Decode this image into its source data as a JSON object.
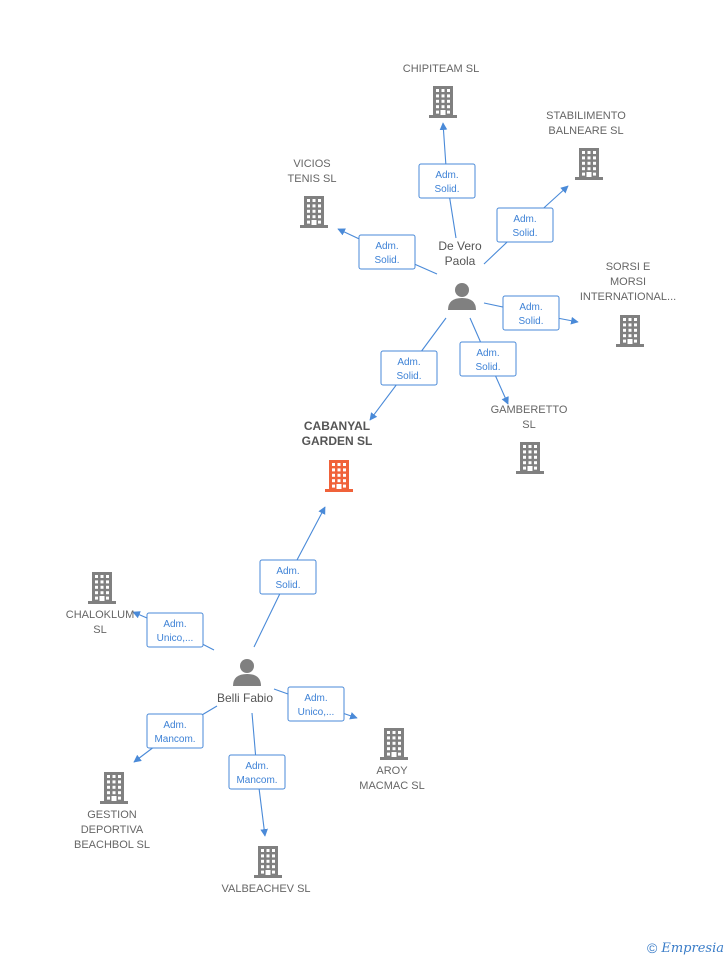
{
  "colors": {
    "edge": "#4a8ad8",
    "company": "#808080",
    "central_company": "#f0623a",
    "person": "#808080"
  },
  "persons": {
    "de_vero": {
      "name_lines": [
        "De Vero",
        "Paola"
      ]
    },
    "belli": {
      "name_lines": [
        "Belli Fabio"
      ]
    }
  },
  "companies": {
    "cabanyal": {
      "name_lines": [
        "CABANYAL",
        "GARDEN  SL"
      ],
      "central": true
    },
    "chipiteam": {
      "name_lines": [
        "CHIPITEAM  SL"
      ]
    },
    "stabilimento": {
      "name_lines": [
        "STABILIMENTO",
        "BALNEARE  SL"
      ]
    },
    "vicios": {
      "name_lines": [
        "VICIOS",
        "TENIS  SL"
      ]
    },
    "sorsi": {
      "name_lines": [
        "SORSI E",
        "MORSI",
        "INTERNATIONAL..."
      ]
    },
    "gamberetto": {
      "name_lines": [
        "GAMBERETTO",
        "SL"
      ]
    },
    "chaloklum": {
      "name_lines": [
        "CHALOKLUM",
        "SL"
      ]
    },
    "aroy": {
      "name_lines": [
        "AROY",
        "MACMAC  SL"
      ]
    },
    "gestion": {
      "name_lines": [
        "GESTION",
        "DEPORTIVA",
        "BEACHBOL  SL"
      ]
    },
    "valbeachev": {
      "name_lines": [
        "VALBEACHEV SL"
      ]
    }
  },
  "edges": [
    {
      "from": "de_vero",
      "to": "chipiteam",
      "label_lines": [
        "Adm.",
        "Solid."
      ]
    },
    {
      "from": "de_vero",
      "to": "stabilimento",
      "label_lines": [
        "Adm.",
        "Solid."
      ]
    },
    {
      "from": "de_vero",
      "to": "vicios",
      "label_lines": [
        "Adm.",
        "Solid."
      ]
    },
    {
      "from": "de_vero",
      "to": "sorsi",
      "label_lines": [
        "Adm.",
        "Solid."
      ]
    },
    {
      "from": "de_vero",
      "to": "gamberetto",
      "label_lines": [
        "Adm.",
        "Solid."
      ]
    },
    {
      "from": "de_vero",
      "to": "cabanyal",
      "label_lines": [
        "Adm.",
        "Solid."
      ]
    },
    {
      "from": "belli",
      "to": "cabanyal",
      "label_lines": [
        "Adm.",
        "Solid."
      ]
    },
    {
      "from": "belli",
      "to": "chaloklum",
      "label_lines": [
        "Adm.",
        "Unico,..."
      ]
    },
    {
      "from": "belli",
      "to": "aroy",
      "label_lines": [
        "Adm.",
        "Unico,..."
      ]
    },
    {
      "from": "belli",
      "to": "gestion",
      "label_lines": [
        "Adm.",
        "Mancom."
      ]
    },
    {
      "from": "belli",
      "to": "valbeachev",
      "label_lines": [
        "Adm.",
        "Mancom."
      ]
    }
  ],
  "footer": {
    "copyright_symbol": "©",
    "brand": "Empresia"
  }
}
